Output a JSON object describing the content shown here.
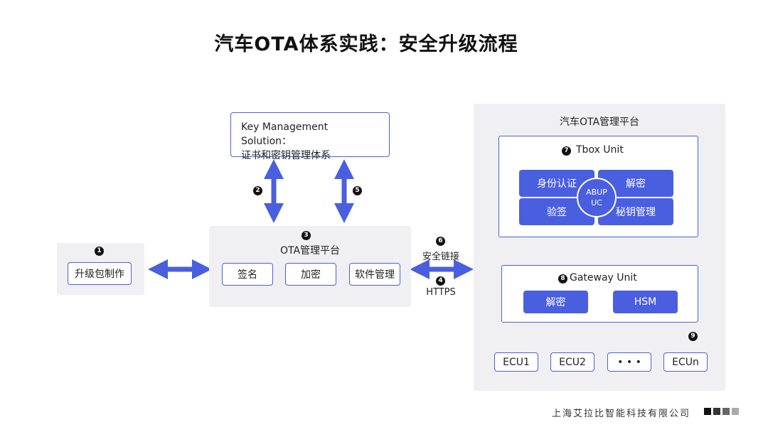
{
  "title": "汽车OTA体系实践：安全升级流程",
  "kms": {
    "line1": "Key Management Solution：",
    "line2": "证书和密钥管理体系"
  },
  "step1": {
    "num": "1",
    "label": "升级包制作"
  },
  "ota_center": {
    "num": "3",
    "title": "OTA管理平台",
    "items": [
      "签名",
      "加密",
      "软件管理"
    ]
  },
  "arrows": {
    "n2": "2",
    "n5": "5"
  },
  "link": {
    "n6": "6",
    "top": "安全链接",
    "n4": "4",
    "bottom": "HTTPS"
  },
  "vehicle": {
    "title": "汽车OTA管理平台",
    "tbox": {
      "num": "7",
      "title": "Tbox Unit",
      "cells": [
        "身份认证",
        "解密",
        "验签",
        "秘钥管理"
      ],
      "center_top": "ABUP",
      "center_bottom": "UC"
    },
    "gateway": {
      "num": "8",
      "title": "Gateway Unit",
      "items": [
        "解密",
        "HSM"
      ]
    },
    "ecu_num": "9",
    "ecus": [
      "ECU1",
      "ECU2",
      "• • •",
      "ECUn"
    ]
  },
  "footer": "上海艾拉比智能科技有限公司",
  "colors": {
    "accent": "#4a5fe0",
    "panel": "#f0f0f2"
  }
}
